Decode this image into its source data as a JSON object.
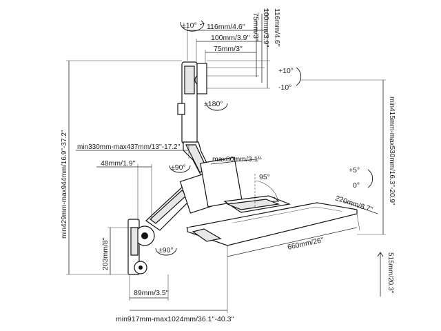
{
  "dimensions": {
    "rot_top": "±10°",
    "vesa_116": "116mm/4.6''",
    "vesa_100": "100mm/3.9''",
    "vesa_75": "75mm/3''",
    "vesa_v_116": "116mm/4.6''",
    "vesa_v_100": "100mm/3.9''",
    "vesa_v_75": "75mm/3''",
    "tilt_up": "+10°",
    "tilt_down": "-10°",
    "rot_180": "±180°",
    "height_range": "min429mm-max944mm/16.9''-37.2''",
    "reach_range": "min330mm-max437mm/13''-17.2''",
    "depth_48": "48mm/1.9''",
    "rot_90_top": "±90°",
    "max80": "max80mm/3.1''",
    "angle_95": "95°",
    "kb_tilt_up": "+5°",
    "kb_tilt_zero": "0°",
    "right_height_range": "min415mm-max530mm/16.3''-20.9''",
    "tray_depth": "220mm/8.7''",
    "mount_height": "203mm/8''",
    "rot_90_bottom": "±90°",
    "tray_width": "660mm/26''",
    "mount_depth": "89mm/3.5''",
    "total_reach": "min917mm-max1024mm/36.1''-40.3''",
    "drop_515": "515mm/20.3''"
  }
}
